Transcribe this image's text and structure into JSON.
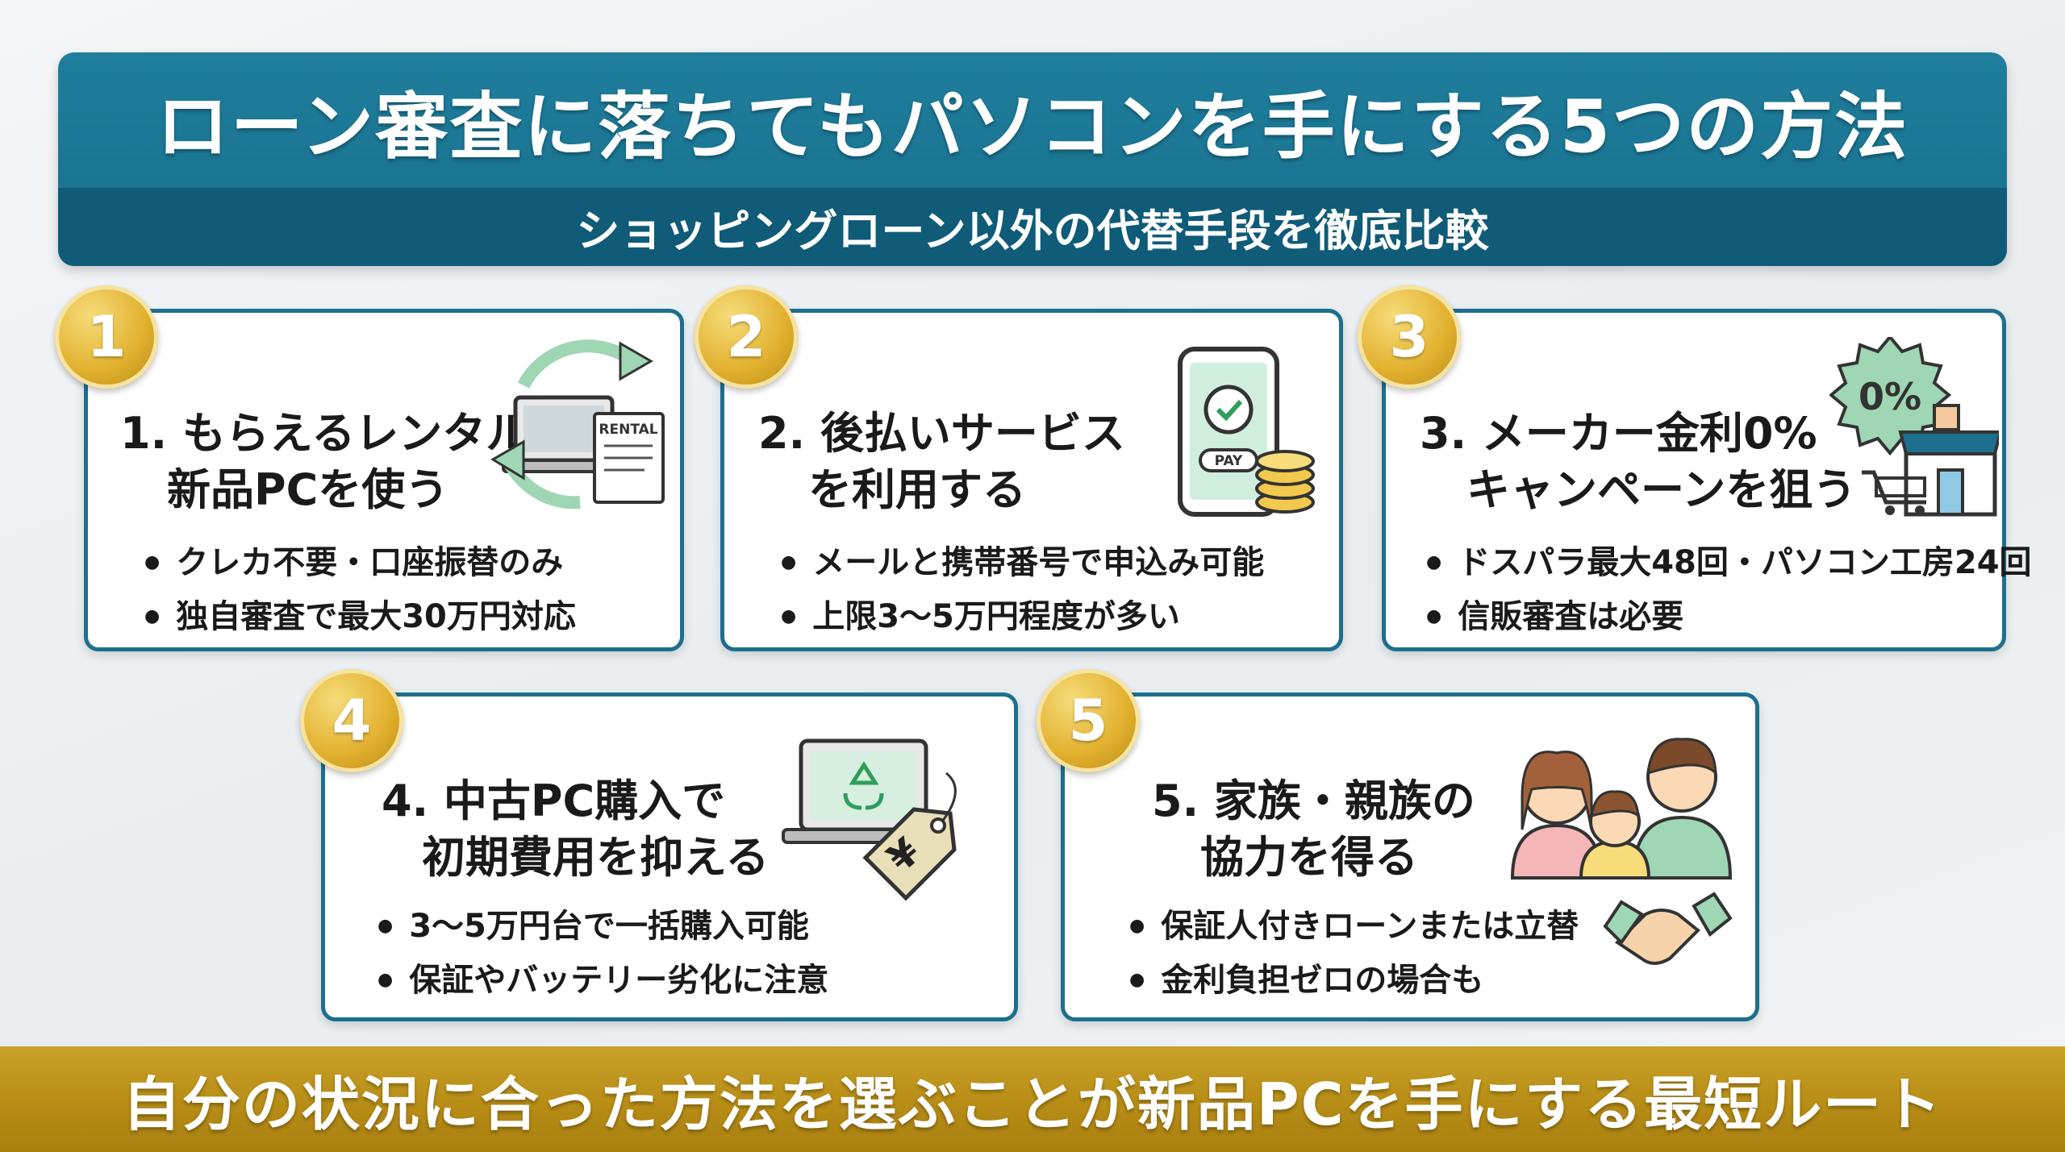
{
  "header": {
    "title": "ローン審査に落ちてもパソコンを手にする5つの方法",
    "subtitle": "ショッピングローン以外の代替手段を徹底比較"
  },
  "cards": [
    {
      "number": "1",
      "title_line1": "1. もらえるレンタルで",
      "title_line2": "新品PCを使う",
      "bullets": [
        "クレカ不要・口座振替のみ",
        "独自審査で最大30万円対応"
      ],
      "icon": "laptop-rental-icon",
      "icon_label": "RENTAL"
    },
    {
      "number": "2",
      "title_line1": "2. 後払いサービス",
      "title_line2": "を利用する",
      "bullets": [
        "メールと携帯番号で申込み可能",
        "上限3〜5万円程度が多い"
      ],
      "icon": "smartphone-pay-icon",
      "icon_label": "PAY"
    },
    {
      "number": "3",
      "title_line1": "3. メーカー金利0%",
      "title_line2": "キャンペーンを狙う",
      "bullets": [
        "ドスパラ最大48回・パソコン工房24回",
        "信販審査は必要"
      ],
      "icon": "shop-zero-percent-icon",
      "icon_label": "0%"
    },
    {
      "number": "4",
      "title_line1": "4. 中古PC購入で",
      "title_line2": "初期費用を抑える",
      "bullets": [
        "3〜5万円台で一括購入可能",
        "保証やバッテリー劣化に注意"
      ],
      "icon": "used-laptop-price-tag-icon",
      "icon_label": "¥"
    },
    {
      "number": "5",
      "title_line1": "5. 家族・親族の",
      "title_line2": "協力を得る",
      "bullets": [
        "保証人付きローンまたは立替",
        "金利負担ゼロの場合も"
      ],
      "icon": "family-handshake-icon"
    }
  ],
  "footer": {
    "text": "自分の状況に合った方法を選ぶことが新品PCを手にする最短ルート"
  },
  "colors": {
    "header_bg": "#1f7e9c",
    "header_sub_bg": "#0f5b78",
    "card_border": "#1d6f8e",
    "badge_gold": "#e2b12f",
    "footer_gold": "#b98f17",
    "illus_green": "#9fd6b4"
  }
}
